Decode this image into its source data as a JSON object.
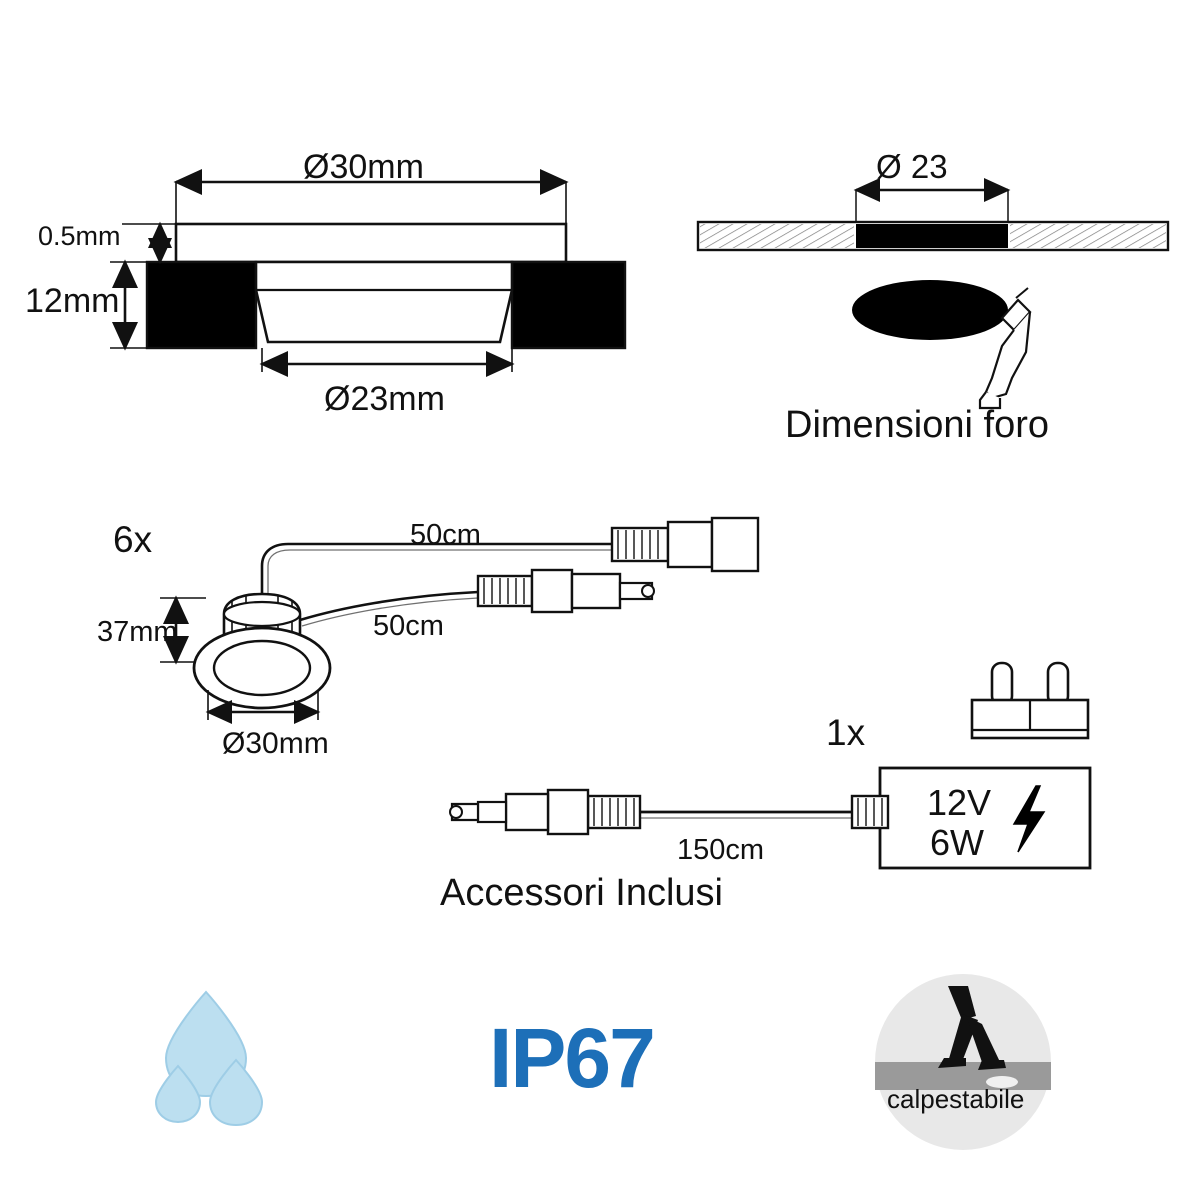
{
  "diagram": {
    "title_hole": "Dimensioni foro",
    "title_accessories": "Accessori Inclusi",
    "top_left": {
      "outer_diameter": "Ø30mm",
      "flange_thickness": "0.5mm",
      "body_height": "12mm",
      "inner_diameter": "Ø23mm"
    },
    "top_right": {
      "hole_diameter": "Ø 23"
    },
    "spot": {
      "quantity": "6x",
      "depth": "37mm",
      "face_diameter": "Ø30mm",
      "cable_upper": "50cm",
      "cable_lower": "50cm"
    },
    "driver": {
      "quantity": "1x",
      "voltage": "12V",
      "power": "6W",
      "cable_length": "150cm",
      "bolt_icon": "lightning-bolt-icon"
    },
    "badges": {
      "water_icon": "water-drops-icon",
      "ip_rating": "IP67",
      "walkable_icon": "walkable-person-icon",
      "walkable_label": "calpestabile"
    }
  },
  "colors": {
    "line": "#111111",
    "fill_dark": "#000000",
    "ip_blue": "#1d6fb8",
    "water_blue": "#bcdff0",
    "water_blue_dark": "#9ecde6",
    "badge_gray": "#e8e8e8",
    "badge_band": "#9a9a9a"
  }
}
